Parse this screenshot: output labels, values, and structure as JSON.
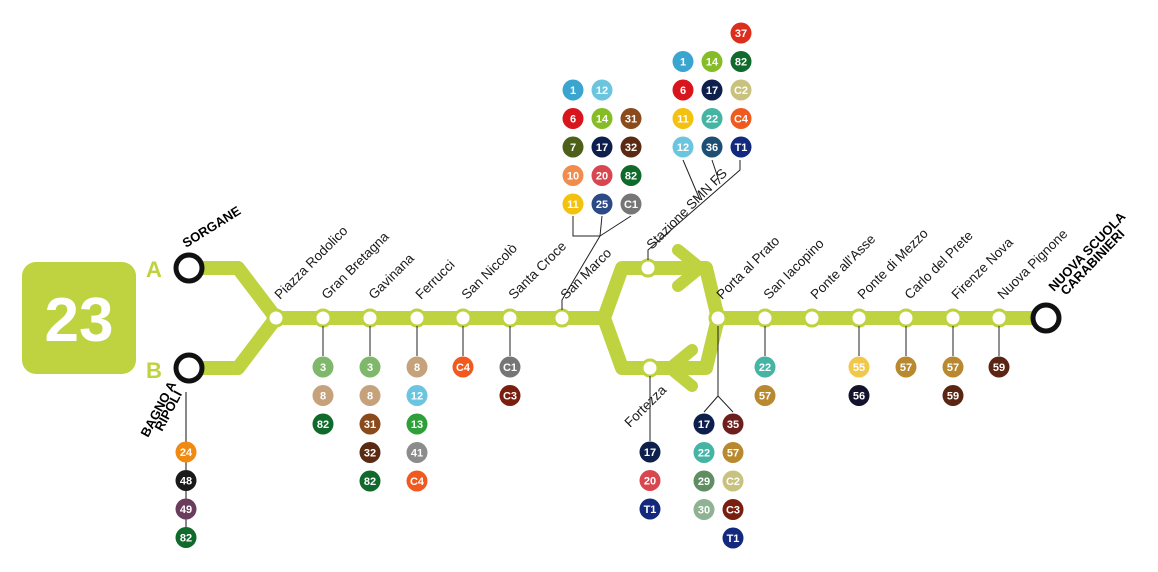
{
  "line": {
    "number": "23",
    "color": "#bfd23f",
    "branch_a_letter": "A",
    "branch_b_letter": "B",
    "terminus_a": "SORGANE",
    "terminus_b": [
      "BAGNO A",
      "RIPOLI"
    ],
    "terminus_end": [
      "NUOVA SCUOLA",
      "CARABINIERI"
    ]
  },
  "stops": [
    {
      "id": "piazza-rodolico",
      "name": "Piazza Rodolico"
    },
    {
      "id": "gran-bretagna",
      "name": "Gran Bretagna"
    },
    {
      "id": "gavinana",
      "name": "Gavinana"
    },
    {
      "id": "ferrucci",
      "name": "Ferrucci"
    },
    {
      "id": "san-niccolo",
      "name": "San Niccolò"
    },
    {
      "id": "santa-croce",
      "name": "Santa Croce"
    },
    {
      "id": "san-marco",
      "name": "San Marco"
    },
    {
      "id": "stazione-smn-fs",
      "name": "Stazione SMN FS"
    },
    {
      "id": "fortezza",
      "name": "Fortezza"
    },
    {
      "id": "porta-al-prato",
      "name": "Porta al Prato"
    },
    {
      "id": "san-iacopino",
      "name": "San Iacopino"
    },
    {
      "id": "ponte-all-asse",
      "name": "Ponte all'Asse"
    },
    {
      "id": "ponte-di-mezzo",
      "name": "Ponte di Mezzo"
    },
    {
      "id": "carlo-del-prete",
      "name": "Carlo del Prete"
    },
    {
      "id": "firenze-nova",
      "name": "Firenze Nova"
    },
    {
      "id": "nuova-pignone",
      "name": "Nuova Pignone"
    }
  ],
  "connections": {
    "bagno-a-ripoli": [
      [
        "24",
        "48",
        "49",
        "82"
      ]
    ],
    "gran-bretagna": [
      [
        "3",
        "8",
        "82"
      ]
    ],
    "gavinana": [
      [
        "3",
        "8",
        "31",
        "32",
        "82"
      ]
    ],
    "ferrucci": [
      [
        "8",
        "12",
        "13",
        "41",
        "C4"
      ]
    ],
    "san-niccolo": [
      [
        "C4"
      ]
    ],
    "santa-croce": [
      [
        "C1",
        "C3"
      ]
    ],
    "san-marco": [
      [
        "1",
        "6",
        "7",
        "10",
        "11"
      ],
      [
        "12",
        "14",
        "17",
        "20",
        "25"
      ],
      [
        "31",
        "32",
        "82",
        "C1"
      ]
    ],
    "stazione-smn-fs": [
      [
        "1",
        "6",
        "11",
        "12"
      ],
      [
        "14",
        "17",
        "22",
        "36"
      ],
      [
        "37",
        "82",
        "C2",
        "C4",
        "T1"
      ]
    ],
    "fortezza": [
      [
        "17",
        "20",
        "T1"
      ]
    ],
    "porta-al-prato": [
      [
        "17",
        "22",
        "29",
        "30"
      ],
      [
        "35",
        "57",
        "C2",
        "C3",
        "T1"
      ]
    ],
    "san-iacopino": [
      [
        "22",
        "57"
      ]
    ],
    "ponte-di-mezzo": [
      [
        "55",
        "56"
      ]
    ],
    "carlo-del-prete": [
      [
        "57"
      ]
    ],
    "firenze-nova": [
      [
        "57",
        "59"
      ]
    ],
    "nuova-pignone": [
      [
        "59"
      ]
    ]
  },
  "route_colors": {
    "1": "#3aa6d0",
    "3": "#7fb76b",
    "6": "#d8141d",
    "7": "#4d5f18",
    "8": "#c6a27c",
    "10": "#f08c4e",
    "11": "#f4c10f",
    "12": "#6cc5de",
    "13": "#2f9f3a",
    "14": "#86bc25",
    "17": "#0f1f4d",
    "20": "#d8464f",
    "22": "#46b4a5",
    "24": "#ef8a12",
    "25": "#2b4a86",
    "29": "#5f8e62",
    "30": "#8fb293",
    "31": "#8a4a1c",
    "32": "#5a2b12",
    "35": "#6d1f1e",
    "36": "#1c4f73",
    "37": "#dd2e1d",
    "41": "#8c8c8c",
    "48": "#1a1a1a",
    "49": "#6a3d5c",
    "55": "#f2c84b",
    "56": "#13132e",
    "57": "#b8892f",
    "59": "#5a2613",
    "82": "#0f6a2b",
    "C1": "#767676",
    "C2": "#c9c27e",
    "C3": "#7a1f10",
    "C4": "#f15a1f",
    "T1": "#12297e"
  }
}
